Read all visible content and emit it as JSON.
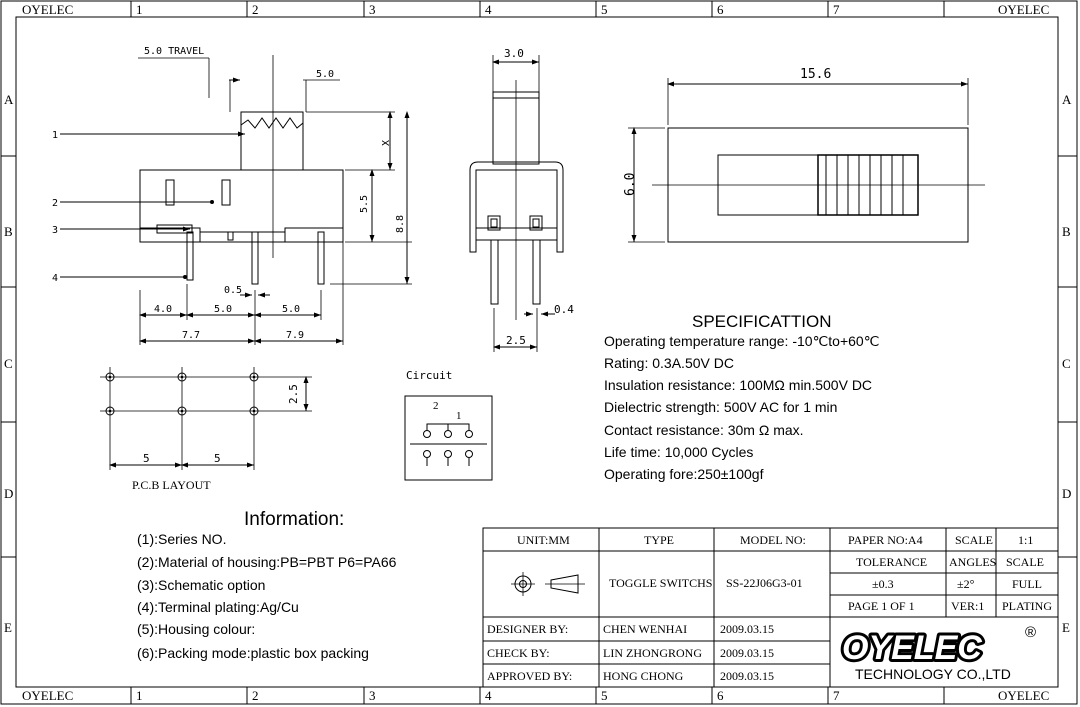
{
  "frame": {
    "brand": "OYELEC",
    "columns": [
      "1",
      "2",
      "3",
      "4",
      "5",
      "6",
      "7"
    ],
    "rows": [
      "A",
      "B",
      "C",
      "D",
      "E"
    ]
  },
  "side_view": {
    "travel_label": "5.0 TRAVEL",
    "dim_top": "5.0",
    "dim_x": "X",
    "dim_5_5": "5.5",
    "dim_8_8": "8.8",
    "dim_0_5": "0.5",
    "dim_4_0": "4.0",
    "dim_5_0_a": "5.0",
    "dim_5_0_b": "5.0",
    "dim_7_7": "7.7",
    "dim_7_9": "7.9",
    "callouts": [
      "1",
      "2",
      "3",
      "4"
    ]
  },
  "front_view": {
    "dim_3_0": "3.0",
    "dim_0_4": "0.4",
    "dim_2_5": "2.5"
  },
  "top_view": {
    "dim_15_6": "15.6",
    "dim_6_0": "6.0"
  },
  "pcb": {
    "dim_2_5": "2.5",
    "dim_5_a": "5",
    "dim_5_b": "5",
    "label": "P.C.B LAYOUT"
  },
  "circuit": {
    "label": "Circuit",
    "pos_1": "1",
    "pos_2": "2"
  },
  "specification": {
    "title": "SPECIFICATTION",
    "lines": [
      "Operating temperature range: -10℃to+60℃",
      "Rating: 0.3A.50V DC",
      "Insulation resistance: 100MΩ min.500V DC",
      "Dielectric strength: 500V AC for 1 min",
      "Contact resistance: 30m Ω max.",
      "Life time: 10,000 Cycles",
      "Operating fore:250±100gf"
    ]
  },
  "information": {
    "title": "Information:",
    "lines": [
      "(1):Series NO.",
      "(2):Material of housing:PB=PBT P6=PA66",
      "(3):Schematic option",
      "(4):Terminal plating:Ag/Cu",
      "(5):Housing colour:",
      "(6):Packing mode:plastic box packing"
    ]
  },
  "title_block": {
    "unit": "UNIT:MM",
    "type_header": "TYPE",
    "model_header": "MODEL NO:",
    "type_value": "TOGGLE SWITCHS",
    "model_value": "SS-22J06G3-01",
    "paper": "PAPER NO:A4",
    "scale_header": "SCALE",
    "scale_value": "1:1",
    "tolerance_header": "TOLERANCE",
    "angles_header": "ANGLES",
    "scale_header2": "SCALE",
    "tolerance_value": "±0.3",
    "angles_value": "±2°",
    "full": "FULL",
    "page": "PAGE 1 OF 1",
    "ver": "VER:1",
    "plating": "PLATING",
    "designer_label": "DESIGNER BY:",
    "designer_name": "CHEN WENHAI",
    "designer_date": "2009.03.15",
    "check_label": "CHECK BY:",
    "check_name": "LIN ZHONGRONG",
    "check_date": "2009.03.15",
    "approved_label": "APPROVED BY:",
    "approved_name": "HONG CHONG",
    "approved_date": "2009.03.15",
    "logo_text": "OYELEC",
    "logo_reg": "®",
    "company": "TECHNOLOGY CO.,LTD"
  }
}
